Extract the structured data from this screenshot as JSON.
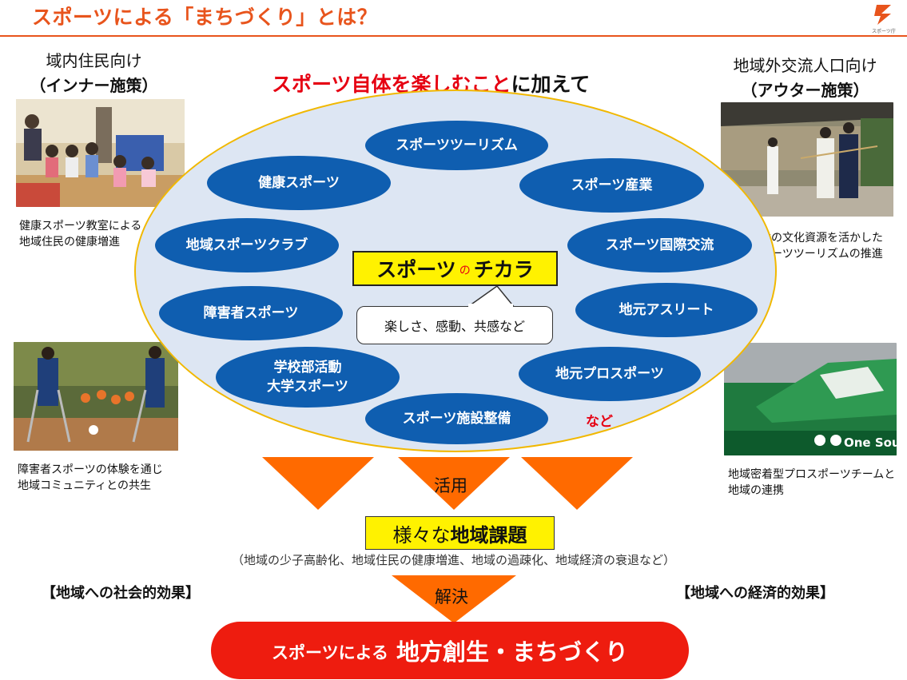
{
  "header": {
    "title": "スポーツによる「まちづくり」とは？",
    "logo_text": "スポーツ庁",
    "accent_color": "#e8541c"
  },
  "inner": {
    "label_line1": "域内住民向け",
    "label_line2": "（インナー施策）",
    "caption1_line1": "健康スポーツ教室による",
    "caption1_line2": "地域住民の健康増進",
    "caption2_line1": "障害者スポーツの体験を通じ",
    "caption2_line2": "地域コミュニティとの共生"
  },
  "outer": {
    "label_line1": "地域外交流人口向け",
    "label_line2": "（アウター施策）",
    "caption1_line1": "日本の文化資源を活かした",
    "caption1_line2": "スポーツツーリズムの推進",
    "caption2_line1": "地域密着型プロスポーツチームと",
    "caption2_line2": "地域の連携",
    "banner_text": "One Soul"
  },
  "headline": {
    "red_part": "スポーツ自体を楽しむこと",
    "black_part": "に加えて"
  },
  "items": {
    "tourism": "スポーツツーリズム",
    "health": "健康スポーツ",
    "industry": "スポーツ産業",
    "club": "地域スポーツクラブ",
    "international": "スポーツ国際交流",
    "disability": "障害者スポーツ",
    "athlete": "地元アスリート",
    "school_line1": "学校部活動",
    "school_line2": "大学スポーツ",
    "pro": "地元プロスポーツ",
    "facility": "スポーツ施設整備"
  },
  "center": {
    "part1": "スポーツ",
    "part2": "の",
    "part3": "チカラ",
    "bubble": "楽しさ、感動、共感など",
    "etc": "など"
  },
  "flow": {
    "use_label": "活用",
    "issue_normal": "様々な",
    "issue_bold": "地域課題",
    "issue_detail": "（地域の少子高齢化、地域住民の健康増進、地域の過疎化、地域経済の衰退など）",
    "social_effect": "【地域への社会的効果】",
    "economic_effect": "【地域への経済的効果】",
    "solve_label": "解決",
    "final_small": "スポーツによる",
    "final_big": "地方創生・まちづくり"
  },
  "colors": {
    "pill_blue": "#0f5eb0",
    "ellipse_fill": "#dde6f3",
    "ellipse_border": "#f1b800",
    "arrow_orange": "#ff6a00",
    "highlight_yellow": "#fff200",
    "final_red": "#ee1c0f",
    "text_red": "#e60012"
  }
}
